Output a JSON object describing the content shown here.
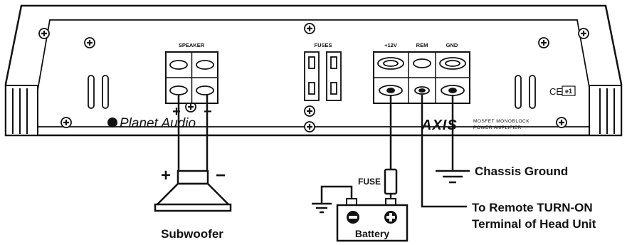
{
  "amplifier": {
    "speaker_label": "SPEAKER",
    "fuses_label": "FUSES",
    "power_labels": [
      "+12V",
      "REM",
      "GND"
    ],
    "brand": "Planet Audio",
    "logo": "AXIS",
    "model_line1": "MOSFET MONOBLOCK",
    "model_line2": "POWER AMPLIFIER",
    "ce_mark": "CE",
    "e_mark": "e1",
    "speaker_plus": "+",
    "speaker_minus": "−"
  },
  "wiring": {
    "fuse_label": "FUSE",
    "battery_label": "Battery",
    "subwoofer_label": "Subwoofer",
    "chassis_ground_label": "Chassis Ground",
    "remote_line1": "To Remote TURN-ON",
    "remote_line2": "Terminal of Head Unit",
    "sub_plus": "+",
    "sub_minus": "−"
  }
}
